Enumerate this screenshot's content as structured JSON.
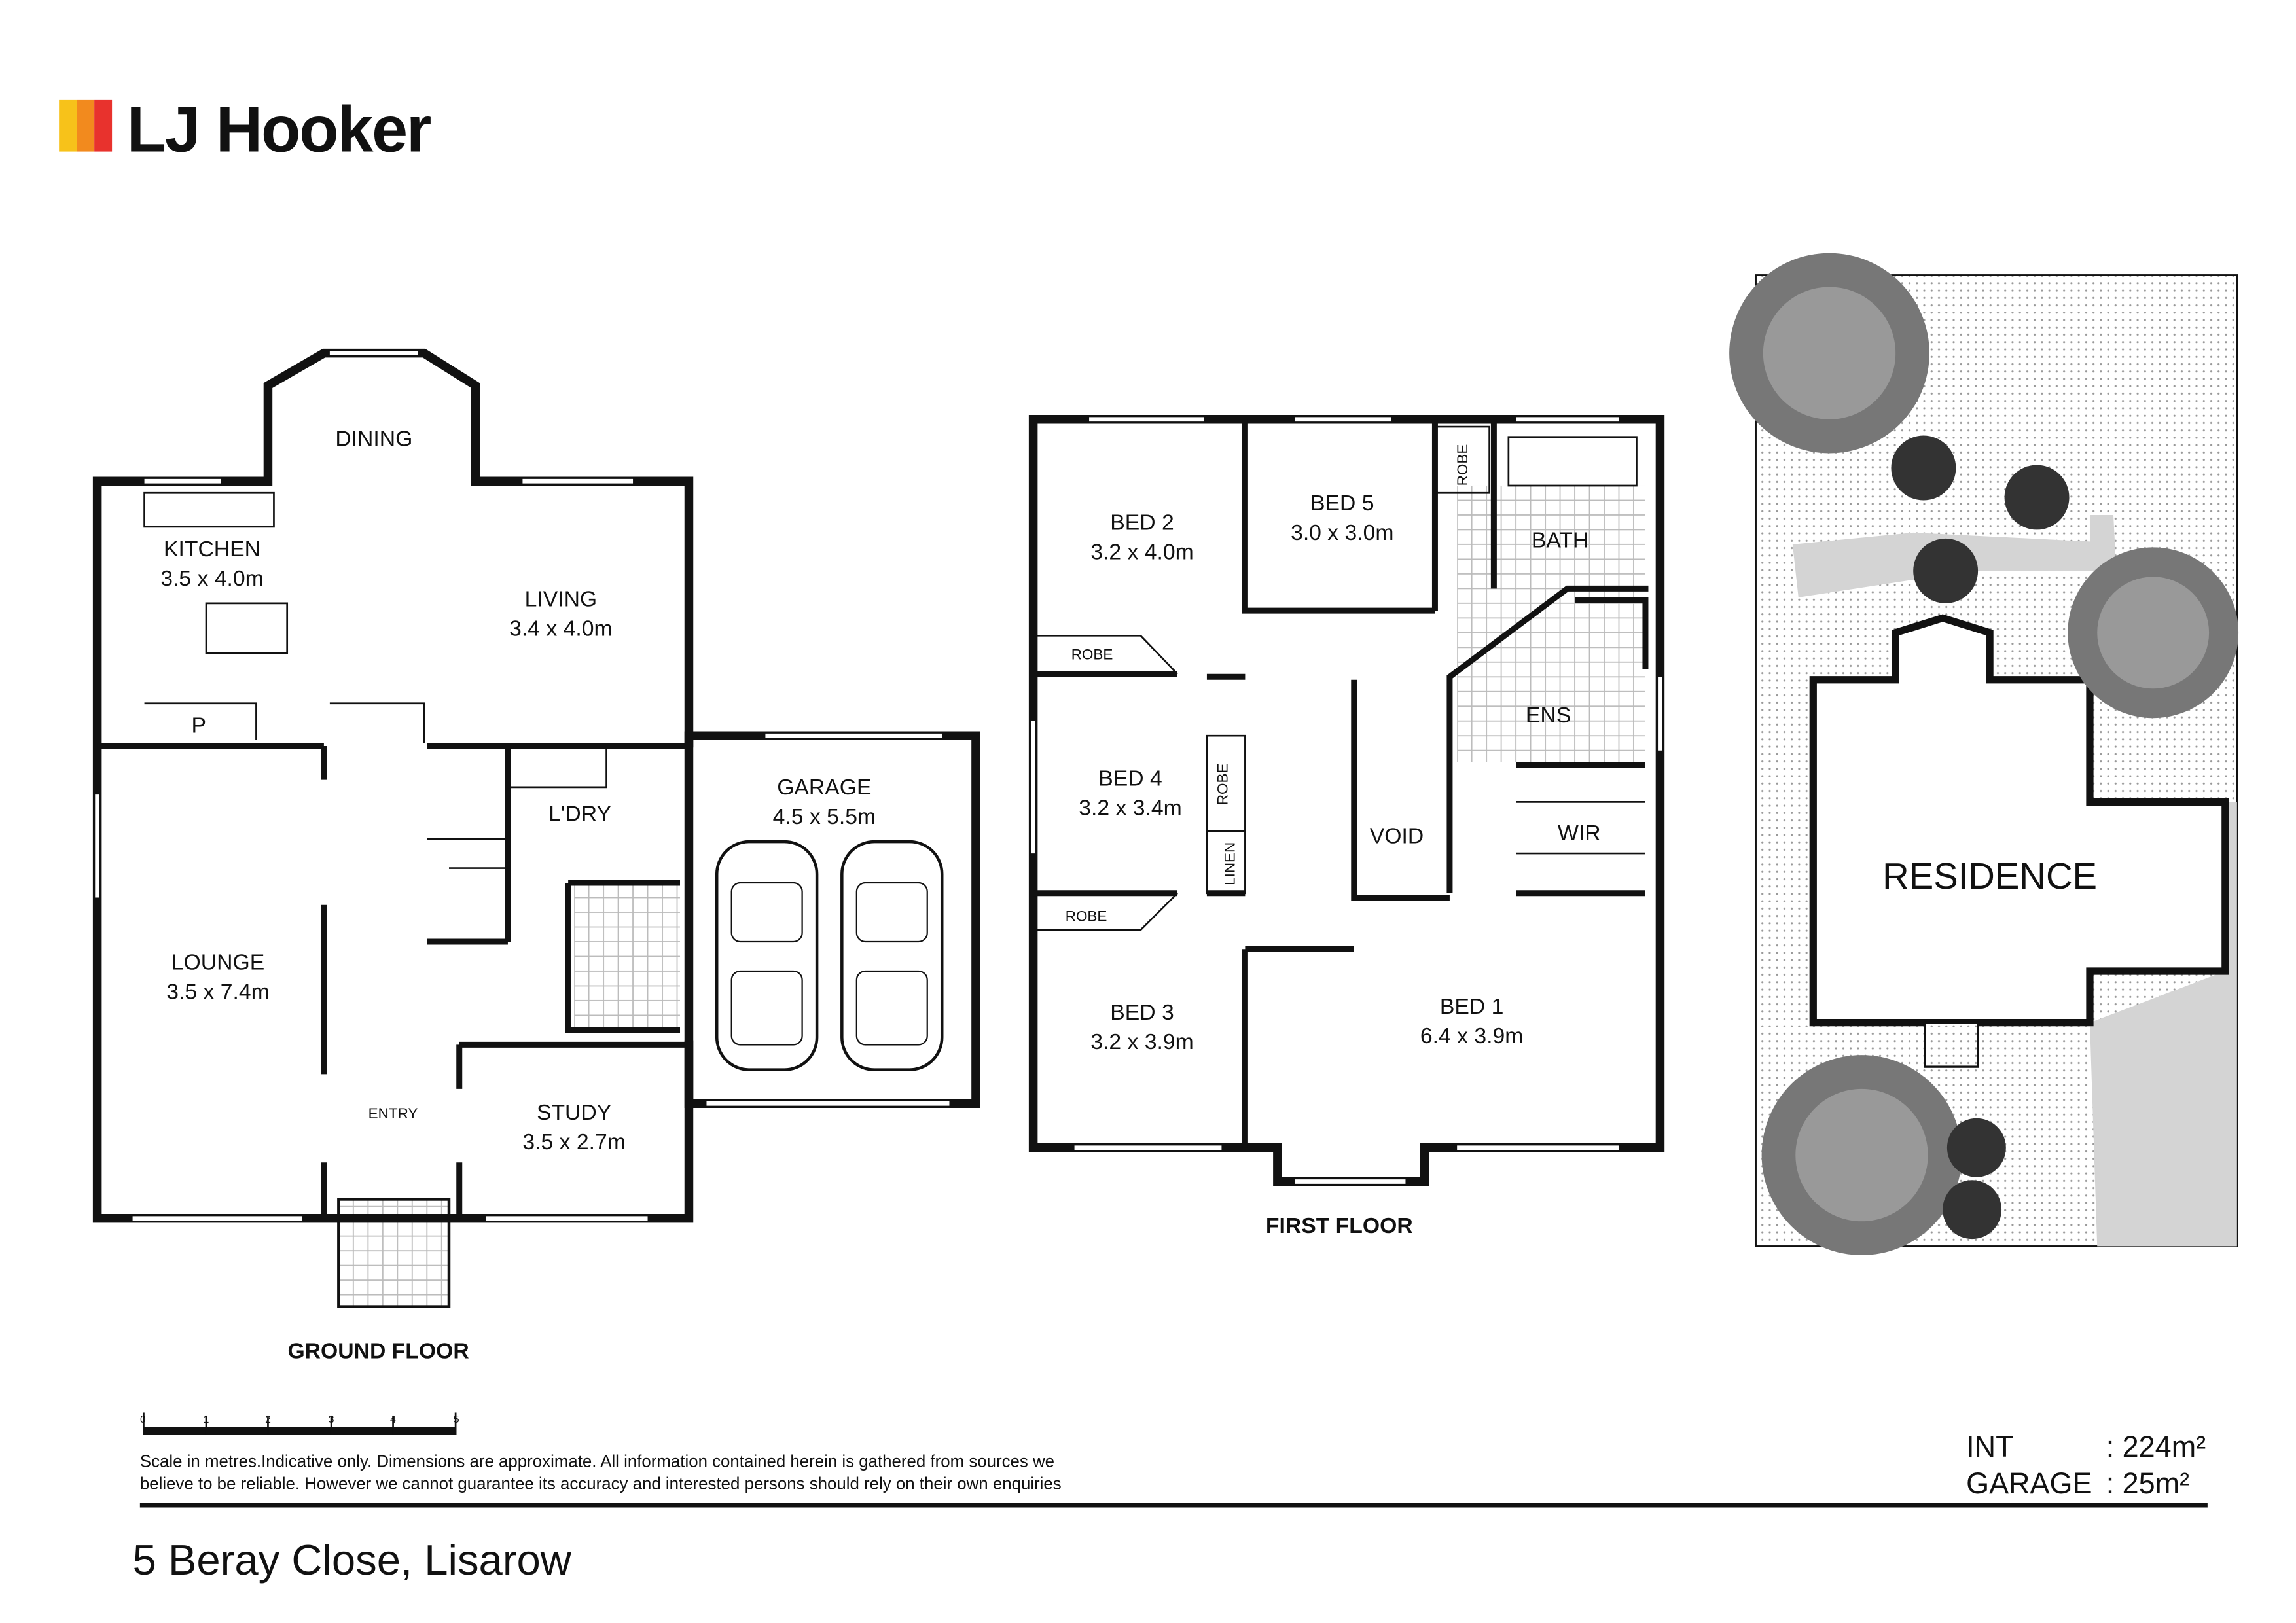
{
  "brand": {
    "name": "LJ Hooker",
    "colors": [
      "#f7c21a",
      "#f28a1e",
      "#e8322d"
    ]
  },
  "ground_floor": {
    "title": "GROUND FLOOR",
    "rooms": [
      {
        "name": "DINING",
        "dims": ""
      },
      {
        "name": "KITCHEN",
        "dims": "3.5 x 4.0m"
      },
      {
        "name": "LIVING",
        "dims": "3.4 x 4.0m"
      },
      {
        "name": "P",
        "dims": ""
      },
      {
        "name": "L'DRY",
        "dims": ""
      },
      {
        "name": "GARAGE",
        "dims": "4.5 x 5.5m"
      },
      {
        "name": "LOUNGE",
        "dims": "3.5 x 7.4m"
      },
      {
        "name": "ENTRY",
        "dims": ""
      },
      {
        "name": "STUDY",
        "dims": "3.5 x 2.7m"
      }
    ]
  },
  "first_floor": {
    "title": "FIRST FLOOR",
    "rooms": [
      {
        "name": "BED 2",
        "dims": "3.2 x 4.0m"
      },
      {
        "name": "BED 5",
        "dims": "3.0 x 3.0m"
      },
      {
        "name": "ROBE",
        "dims": ""
      },
      {
        "name": "BATH",
        "dims": ""
      },
      {
        "name": "ROBE",
        "dims": ""
      },
      {
        "name": "BED 4",
        "dims": "3.2 x 3.4m"
      },
      {
        "name": "ROBE",
        "dims": ""
      },
      {
        "name": "LINEN",
        "dims": ""
      },
      {
        "name": "VOID",
        "dims": ""
      },
      {
        "name": "ENS",
        "dims": ""
      },
      {
        "name": "WIR",
        "dims": ""
      },
      {
        "name": "ROBE",
        "dims": ""
      },
      {
        "name": "BED 3",
        "dims": "3.2 x 3.9m"
      },
      {
        "name": "BED 1",
        "dims": "6.4 x 3.9m"
      }
    ]
  },
  "site_plan": {
    "label": "RESIDENCE"
  },
  "scale": {
    "ticks": [
      "0",
      "1",
      "2",
      "3",
      "4",
      "5"
    ],
    "unit": "metres"
  },
  "disclaimer": [
    "Scale in metres.Indicative only. Dimensions are approximate. All information contained herein is gathered from sources we",
    "believe to be reliable. However we cannot guarantee its accuracy and interested persons should rely on their own enquiries"
  ],
  "areas": [
    {
      "label": "INT",
      "value": ": 224m²"
    },
    {
      "label": "GARAGE",
      "value": ": 25m²"
    }
  ],
  "address": "5 Beray Close, Lisarow"
}
